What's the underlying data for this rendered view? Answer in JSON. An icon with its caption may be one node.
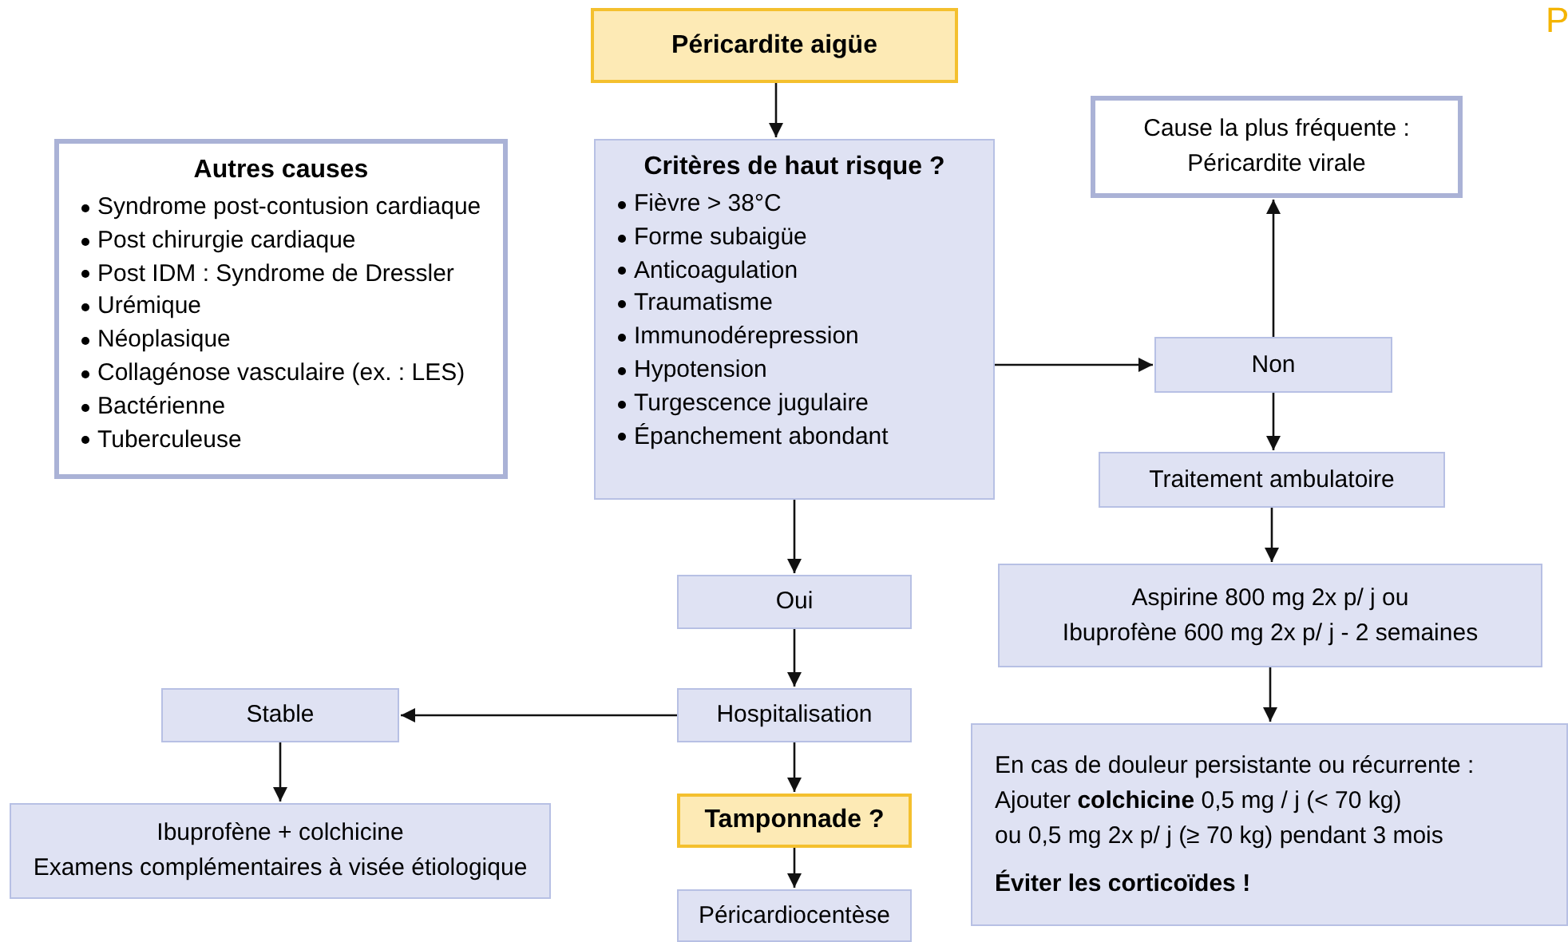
{
  "diagram": {
    "nodes": [
      {
        "text": [
          "Péricardite aigüe"
        ]
      },
      {
        "text": [
          "Autres causes",
          "Syndrome post-contusion cardiaque",
          "Post chirurgie cardiaque",
          "Post IDM : Syndrome de Dressler",
          "Urémique",
          "Néoplasique",
          "Collagénose vasculaire (ex. : LES)",
          "Bactérienne",
          "Tuberculeuse"
        ]
      },
      {
        "text": [
          "Critères de haut risque ?",
          "Fièvre > 38°C",
          "Forme subaigüe",
          "Anticoagulation",
          "Traumatisme",
          "Immunodérepression",
          "Hypotension",
          "Turgescence jugulaire",
          "Épanchement abondant"
        ]
      },
      {
        "text": [
          "Cause la plus fréquente :",
          "Péricardite virale"
        ]
      },
      {
        "text": [
          "Non"
        ]
      },
      {
        "text": [
          "Traitement ambulatoire"
        ]
      },
      {
        "text": [
          "Aspirine 800 mg 2x p/ j ou",
          "Ibuprofène 600 mg 2x p/ j - 2 semaines"
        ]
      },
      {
        "text": [
          "Oui"
        ]
      },
      {
        "text": [
          "Stable"
        ]
      },
      {
        "text": [
          "Hospitalisation"
        ]
      },
      {
        "text": [
          "Ibuprofène + colchicine",
          "Examens complémentaires à visée étiologique"
        ]
      },
      {
        "text": [
          "Tamponnade ?"
        ]
      },
      {
        "text": [
          "Péricardiocentèse"
        ]
      },
      {
        "text": [
          "En cas de douleur persistante ou récurrente :",
          "Ajouter **colchicine** 0,5 mg / j (< 70 kg)",
          "ou 0,5 mg 2x p/ j (≥ 70 kg) pendant 3 mois",
          "**Éviter les corticoïdes !**"
        ]
      }
    ],
    "edges": [
      {
        "from": 0,
        "to": 2,
        "arrow": "to"
      },
      {
        "from": 2,
        "to": 4,
        "arrow": "to"
      },
      {
        "from": 4,
        "to": 3,
        "arrow": "to"
      },
      {
        "from": 4,
        "to": 5,
        "arrow": "to"
      },
      {
        "from": 5,
        "to": 6,
        "arrow": "to"
      },
      {
        "from": 6,
        "to": 13,
        "arrow": "to"
      },
      {
        "from": 2,
        "to": 7,
        "arrow": "to"
      },
      {
        "from": 7,
        "to": 9,
        "arrow": "to"
      },
      {
        "from": 9,
        "to": 8,
        "arrow": "to"
      },
      {
        "from": 8,
        "to": 10,
        "arrow": "to"
      },
      {
        "from": 9,
        "to": 11,
        "arrow": "to"
      },
      {
        "from": 11,
        "to": 12,
        "arrow": "to"
      }
    ],
    "labels": [
      "P"
    ]
  }
}
